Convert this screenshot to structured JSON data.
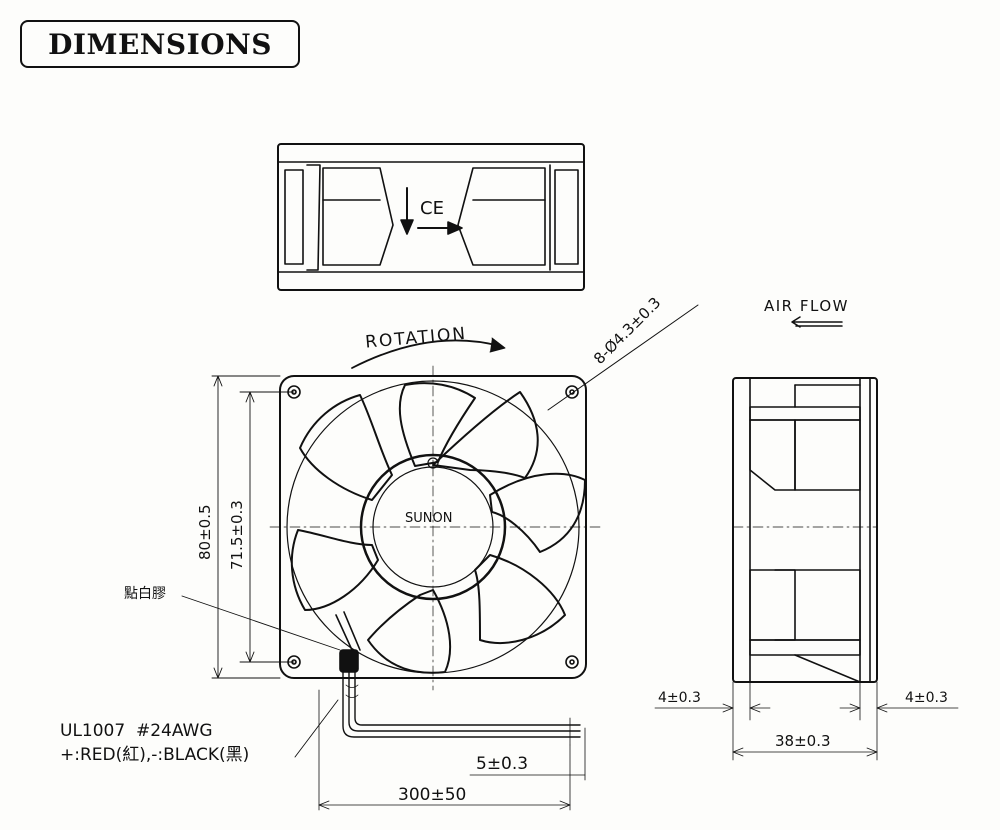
{
  "title": "DIMENSIONS",
  "labels": {
    "ce_mark": "CE",
    "rotation": "ROTATION",
    "air_flow": "AIR FLOW",
    "hole_spec": "8-Ø4.3±0.3",
    "hub_brand": "SUNON",
    "dim_outer": "80±0.5",
    "dim_hole_pitch": "71.5±0.3",
    "glue_note": "點白膠",
    "wire_spec": "UL1007  #24AWG",
    "wire_colors": "+:RED(紅),-:BLACK(黑)",
    "dim_strip": "5±0.3",
    "dim_lead": "300±50",
    "dim_flange_left": "4±0.3",
    "dim_flange_right": "4±0.3",
    "dim_depth": "38±0.3"
  }
}
